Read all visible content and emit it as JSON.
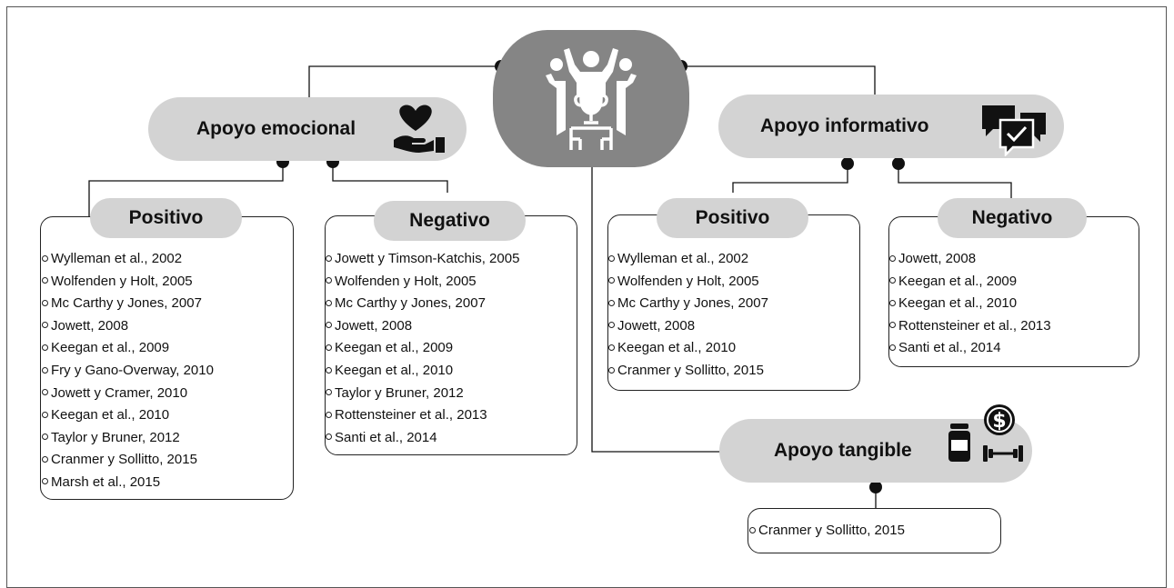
{
  "emocional": {
    "title": "Apoyo emocional",
    "icon": "heart-hand-icon",
    "positivo": {
      "label": "Positivo",
      "refs": [
        "Wylleman et al., 2002",
        "Wolfenden y Holt, 2005",
        "Mc Carthy y Jones, 2007",
        "Jowett, 2008",
        "Keegan et al., 2009",
        "Fry y Gano-Overway, 2010",
        "Jowett y Cramer, 2010",
        "Keegan et al., 2010",
        "Taylor y Bruner, 2012",
        "Cranmer y Sollitto, 2015",
        "Marsh et al., 2015"
      ]
    },
    "negativo": {
      "label": "Negativo",
      "refs": [
        "Jowett y Timson-Katchis, 2005",
        "Wolfenden y Holt, 2005",
        "Mc Carthy y Jones, 2007",
        "Jowett, 2008",
        "Keegan et al., 2009",
        "Keegan et al., 2010",
        "Taylor y Bruner, 2012",
        "Rottensteiner et al., 2013",
        "Santi et al., 2014"
      ]
    }
  },
  "informativo": {
    "title": "Apoyo informativo",
    "icon": "chat-check-icon",
    "positivo": {
      "label": "Positivo",
      "refs": [
        "Wylleman et al., 2002",
        "Wolfenden y Holt, 2005",
        "Mc Carthy y Jones, 2007",
        "Jowett, 2008",
        "Keegan et al., 2010",
        "Cranmer y Sollitto, 2015"
      ]
    },
    "negativo": {
      "label": "Negativo",
      "refs": [
        "Jowett, 2008",
        "Keegan et al., 2009",
        "Keegan et al., 2010",
        "Rottensteiner et al., 2013",
        "Santi et al., 2014"
      ]
    }
  },
  "tangible": {
    "title": "Apoyo tangible",
    "icon": "supplement-money-dumbbell-icon",
    "refs": [
      "Cranmer y Sollitto, 2015"
    ]
  },
  "hub": {
    "icon": "team-trophy-icon"
  },
  "colors": {
    "pill": "#d3d3d3",
    "hub": "#858585",
    "line": "#111111"
  }
}
